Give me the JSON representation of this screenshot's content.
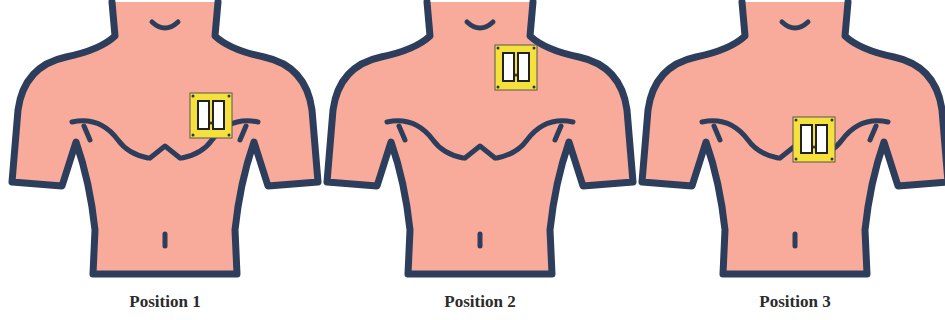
{
  "diagram": {
    "labels": [
      "Position 1",
      "Position 2",
      "Position 3"
    ]
  }
}
